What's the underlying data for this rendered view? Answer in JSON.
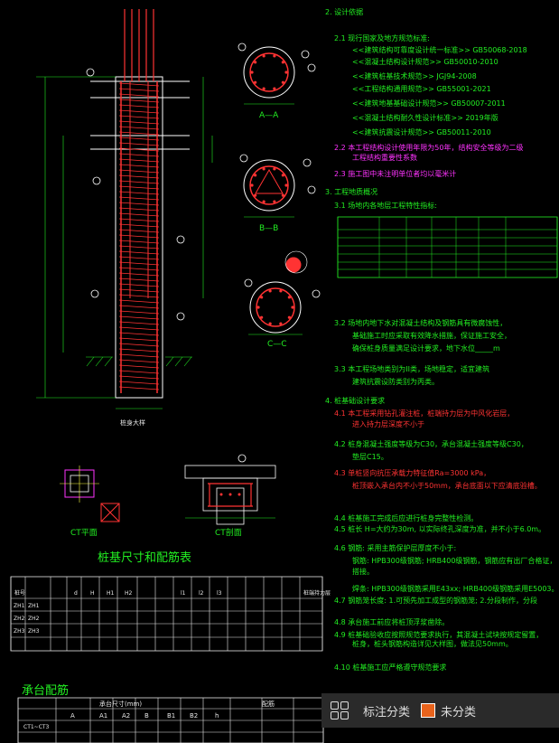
{
  "drawing": {
    "left_labels": [
      "桩身大样"
    ],
    "section_labels": [
      "A—A",
      "B—B",
      "C—C"
    ],
    "plan_labels": [
      "CT平面",
      "CT剖面"
    ]
  },
  "pile_table": {
    "title": "桩基尺寸和配筋表",
    "headers": [
      "桩号",
      "d",
      "H",
      "H1",
      "H2",
      "l1",
      "l2",
      "l3",
      "桩端持力层"
    ],
    "rows": [
      [
        "ZH1",
        "ZH1"
      ],
      [
        "ZH2",
        "ZH2"
      ],
      [
        "ZH3",
        "ZH3"
      ]
    ]
  },
  "cap_table": {
    "title": "承台配筋",
    "header_a": "承台尺寸(mm)",
    "header_b": "配筋",
    "cols": [
      "A",
      "A1",
      "A2",
      "B",
      "B1",
      "B2",
      "h"
    ],
    "row": [
      "CT1~CT3"
    ]
  },
  "notes": {
    "lines": [
      {
        "text": "2. 设计依据",
        "c": "g"
      },
      {
        "text": "2.1 现行国家及地方规范标准:",
        "c": "g"
      },
      {
        "text": "<<建筑结构可靠度设计统一标准>> GB50068-2018",
        "c": "g"
      },
      {
        "text": "<<混凝土结构设计规范>> GB50010-2010",
        "c": "g"
      },
      {
        "text": "<<建筑桩基技术规范>> JGJ94-2008",
        "c": "g"
      },
      {
        "text": "<<工程结构通用规范>> GB55001-2021",
        "c": "g"
      },
      {
        "text": "<<建筑地基基础设计规范>> GB50007-2011",
        "c": "g"
      },
      {
        "text": "<<混凝土结构耐久性设计标准>> 2019年版",
        "c": "g"
      },
      {
        "text": "<<建筑抗震设计规范>> GB50011-2010",
        "c": "g"
      },
      {
        "text": "2.2 本工程结构设计使用年限为50年，结构安全等级为二级",
        "c": "m"
      },
      {
        "text": "工程结构重要性系数",
        "c": "m"
      },
      {
        "text": "2.3 施工图中未注明单位者均以毫米计",
        "c": "m"
      },
      {
        "text": "3. 工程地质概况",
        "c": "g"
      },
      {
        "text": "3.1 场地内各地层工程特性指标:",
        "c": "g"
      },
      {
        "text": "3.2 场地内地下水对混凝土结构及钢筋具有微腐蚀性，",
        "c": "g"
      },
      {
        "text": "基础施工时应采取有效降水措施，保证施工安全，",
        "c": "g"
      },
      {
        "text": "确保桩身质量满足设计要求，地下水位_____m",
        "c": "g"
      },
      {
        "text": "3.3 本工程场地类别为II类，场地稳定，适宜建筑",
        "c": "g"
      },
      {
        "text": "建筑抗震设防类别为丙类。",
        "c": "g"
      },
      {
        "text": "4. 桩基础设计要求",
        "c": "g"
      },
      {
        "text": "4.1 本工程采用钻孔灌注桩，桩端持力层为中风化岩层，",
        "c": "r"
      },
      {
        "text": "进入持力层深度不小于",
        "c": "r"
      },
      {
        "text": "4.2 桩身混凝土强度等级为C30，承台混凝土强度等级C30，",
        "c": "g"
      },
      {
        "text": "垫层C15。",
        "c": "g"
      },
      {
        "text": "4.3 单桩竖向抗压承载力特征值Ra=3000 kPa，",
        "c": "r"
      },
      {
        "text": "桩顶嵌入承台内不小于50mm，承台底面以下应清底验槽。",
        "c": "r"
      },
      {
        "text": "4.4 桩基施工完成后应进行桩身完整性检测。",
        "c": "g"
      },
      {
        "text": "4.5 桩长 H=大约为30m, 以实际终孔深度为准，并不小于6.0m。",
        "c": "g"
      },
      {
        "text": "4.6 钢筋: 采用主筋保护层厚度不小于:",
        "c": "g"
      },
      {
        "text": "钢筋: HPB300级钢筋; HRB400级钢筋，钢筋应有出厂合格证，",
        "c": "g"
      },
      {
        "text": "搭接。",
        "c": "g"
      },
      {
        "text": "焊条: HPB300级钢筋采用E43xx; HRB400级钢筋采用E5003。",
        "c": "g"
      },
      {
        "text": "4.7 钢筋笼长度: 1.可预先加工成型的钢筋笼; 2.分段制作，分段",
        "c": "g"
      },
      {
        "text": "4.8 承台施工前应将桩顶浮浆凿除。",
        "c": "g"
      },
      {
        "text": "4.9 桩基础验收应按照规范要求执行，其混凝土试块按规定留置，",
        "c": "g"
      },
      {
        "text": "桩身，桩头钢筋构造详见大样图，做法见50mm。",
        "c": "g"
      },
      {
        "text": "4.10 桩基施工应严格遵守规范要求",
        "c": "g"
      }
    ]
  },
  "panel": {
    "classify_label": "标注分类",
    "unclassified_label": "未分类",
    "swatch_color": "#e8631c"
  }
}
